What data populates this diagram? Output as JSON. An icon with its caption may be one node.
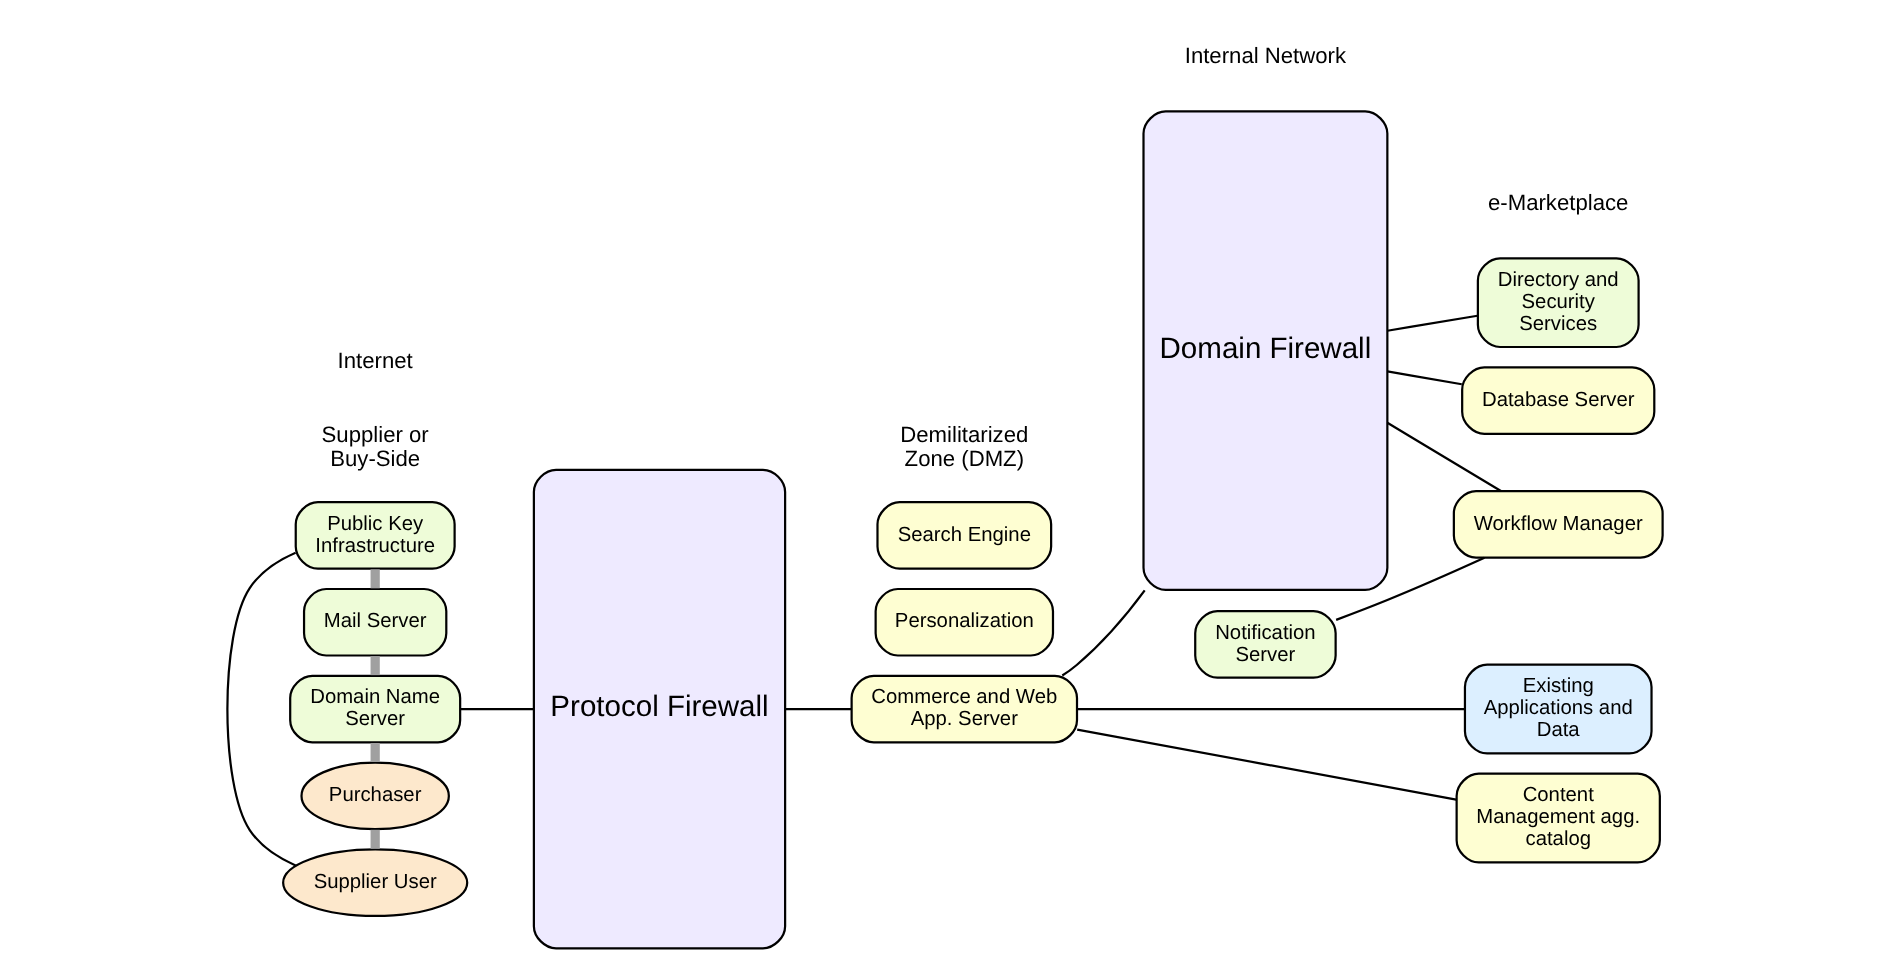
{
  "diagram": {
    "nodes": [
      {
        "text": [
          "Public Key Infrastructure"
        ]
      },
      {
        "text": [
          "Mail Server"
        ]
      },
      {
        "text": [
          "Domain Name Server"
        ]
      },
      {
        "text": [
          "Purchaser"
        ]
      },
      {
        "text": [
          "Supplier User"
        ]
      },
      {
        "text": [
          "Protocol Firewall"
        ]
      },
      {
        "text": [
          "Personalization"
        ]
      },
      {
        "text": [
          "Search Engine"
        ]
      },
      {
        "text": [
          "Commerce and Web App. Server"
        ]
      },
      {
        "text": [
          "Domain Firewall"
        ]
      },
      {
        "text": [
          "Directory and Security Services"
        ]
      },
      {
        "text": [
          "Notification Server"
        ]
      },
      {
        "text": [
          "Workflow Manager"
        ]
      },
      {
        "text": [
          "Database Server"
        ]
      },
      {
        "text": [
          "Existing Applications and Data"
        ]
      },
      {
        "text": [
          "Content Management agg. catalog"
        ]
      }
    ],
    "edges": [
      {
        "from": 0,
        "to": 1,
        "arrow": "none",
        "style": "thick",
        "color": "#a0a0a0"
      },
      {
        "from": 1,
        "to": 2,
        "arrow": "none",
        "style": "thick",
        "color": "#a0a0a0"
      },
      {
        "from": 2,
        "to": 3,
        "arrow": "none",
        "style": "thick",
        "color": "#a0a0a0"
      },
      {
        "from": 3,
        "to": 4,
        "arrow": "none",
        "style": "thick",
        "color": "#a0a0a0"
      },
      {
        "from": 0,
        "to": 4,
        "arrow": "none"
      },
      {
        "from": 2,
        "to": 5,
        "arrow": "none"
      },
      {
        "from": 5,
        "to": 8,
        "arrow": "none"
      },
      {
        "from": 8,
        "to": 9,
        "arrow": "none"
      },
      {
        "from": 9,
        "to": 10,
        "arrow": "none"
      },
      {
        "from": 9,
        "to": 12,
        "arrow": "none"
      },
      {
        "from": 9,
        "to": 13,
        "arrow": "none"
      },
      {
        "from": 8,
        "to": 14,
        "arrow": "none"
      },
      {
        "from": 8,
        "to": 15,
        "arrow": "none"
      },
      {
        "from": 11,
        "to": 12,
        "arrow": "none"
      }
    ],
    "labels": [
      "Supplier or Buy-Side",
      "e-Marketplace",
      "Demilitarized Zone (DMZ)",
      "Internal Network",
      "Internet"
    ]
  }
}
